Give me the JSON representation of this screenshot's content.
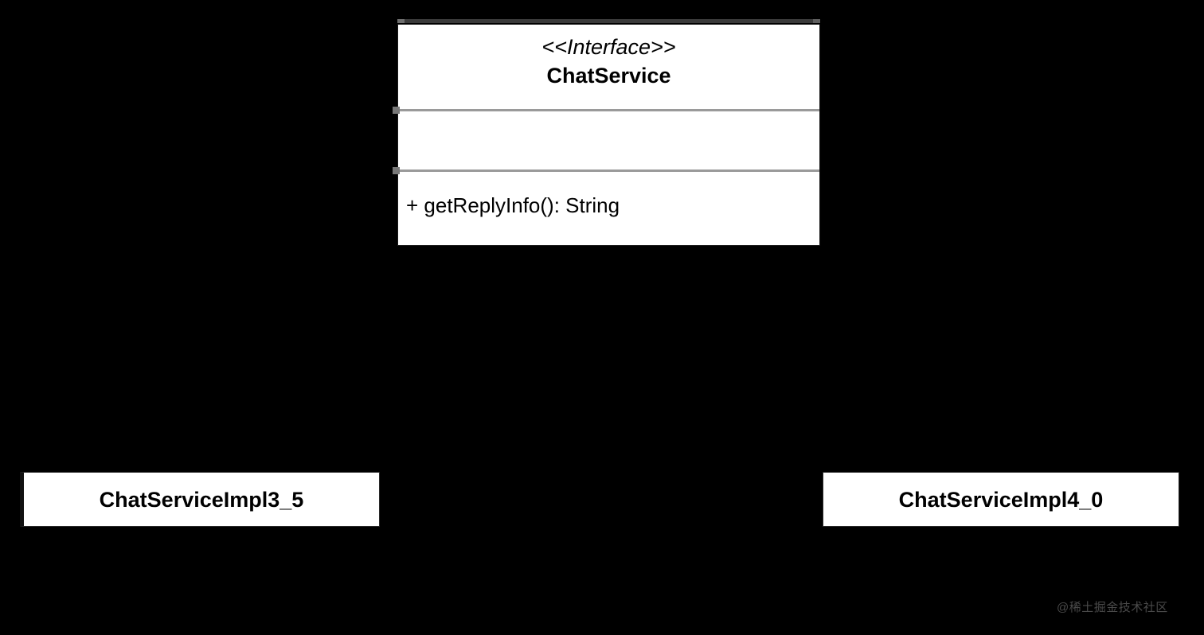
{
  "diagram": {
    "type": "uml-class-diagram",
    "background_color": "#000000",
    "interface": {
      "stereotype": "<<Interface>>",
      "name": "ChatService",
      "attributes": [],
      "operations": [
        "+ getReplyInfo(): String"
      ],
      "fill_color": "#ffffff",
      "border_color": "#1a1a1a",
      "divider_color": "#9a9a9a",
      "selected": true,
      "selection_bar_color": "#3a3a3a"
    },
    "classes": [
      {
        "name": "ChatServiceImpl3_5",
        "fill_color": "#ffffff",
        "accent_color": "#111111"
      },
      {
        "name": "ChatServiceImpl4_0",
        "fill_color": "#ffffff",
        "accent_color": "#2a2a2a"
      }
    ],
    "watermark": "@稀土掘金技术社区"
  }
}
